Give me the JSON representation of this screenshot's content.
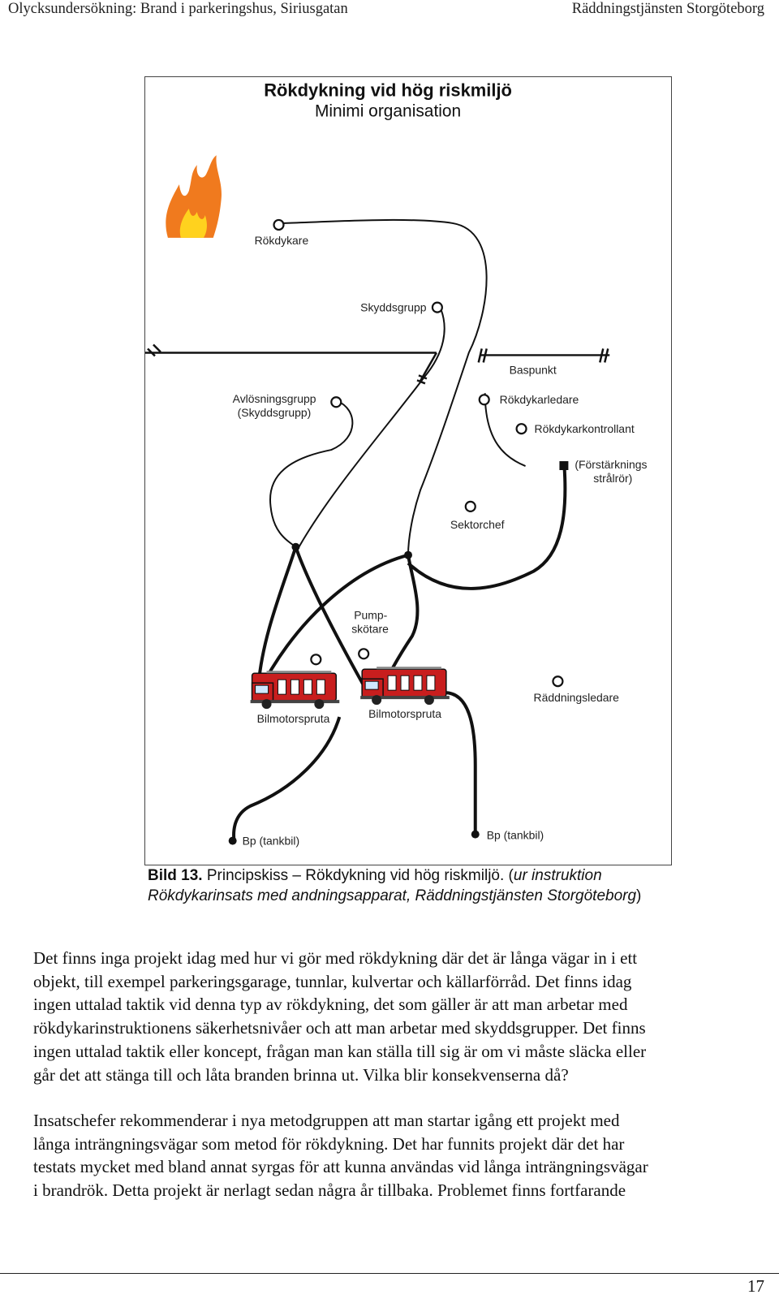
{
  "header": {
    "left": "Olycksundersökning: Brand i parkeringshus, Siriusgatan",
    "right": "Räddningstjänsten Storgöteborg"
  },
  "figure": {
    "title": "Rökdykning vid hög riskmiljö",
    "subtitle": "Minimi organisation",
    "labels": {
      "rokdykare": "Rökdykare",
      "skyddsgrupp": "Skyddsgrupp",
      "baspunkt": "Baspunkt",
      "avlosning1": "Avlösningsgrupp",
      "avlosning2": "(Skyddsgrupp)",
      "rokdykarledare": "Rökdykarledare",
      "rokdykarkontrollant": "Rökdykarkontrollant",
      "forstarkning1": "(Förstärknings",
      "forstarkning2": "strålrör)",
      "sektorchef": "Sektorchef",
      "pump1": "Pump-",
      "pump2": "skötare",
      "bilmotorspruta_left": "Bilmotorspruta",
      "bilmotorspruta_right": "Bilmotorspruta",
      "raddningsledare": "Räddningsledare",
      "bp_left": "Bp (tankbil)",
      "bp_right": "Bp (tankbil)"
    },
    "colors": {
      "truck": "#c81e1e",
      "flame_outer": "#f07a1e",
      "flame_inner": "#ffd21e"
    }
  },
  "caption": {
    "number": "Bild 13.",
    "text": " Principskiss – Rökdykning vid hög riskmiljö. (",
    "italic_line1": "ur instruktion",
    "italic_line2": "Rökdykarinsats med andningsapparat, Räddningstjänsten Storgöteborg",
    "close": ")"
  },
  "paragraphs": [
    [
      "Det finns inga projekt idag med hur vi gör med rökdykning där det är långa vägar in i ett",
      "objekt, till exempel parkeringsgarage, tunnlar, kulvertar och källarförråd. Det finns idag",
      "ingen uttalad taktik vid denna typ av rökdykning, det som gäller är att man arbetar med",
      "rökdykarinstruktionens säkerhetsnivåer och att man arbetar med skyddsgrupper. Det finns",
      "ingen uttalad taktik eller koncept, frågan man kan ställa till sig är om vi måste släcka eller",
      "går det att stänga till och låta branden brinna ut. Vilka blir konsekvenserna då?"
    ],
    [
      "Insatschefer rekommenderar i nya metodgruppen att man startar igång ett projekt med",
      "långa inträngningsvägar som metod för rökdykning. Det har funnits projekt där det har",
      "testats mycket med bland annat syrgas för att kunna användas vid långa inträngningsvägar",
      "i brandrök. Detta projekt är nerlagt sedan några år tillbaka. Problemet finns fortfarande"
    ]
  ],
  "page_number": "17"
}
